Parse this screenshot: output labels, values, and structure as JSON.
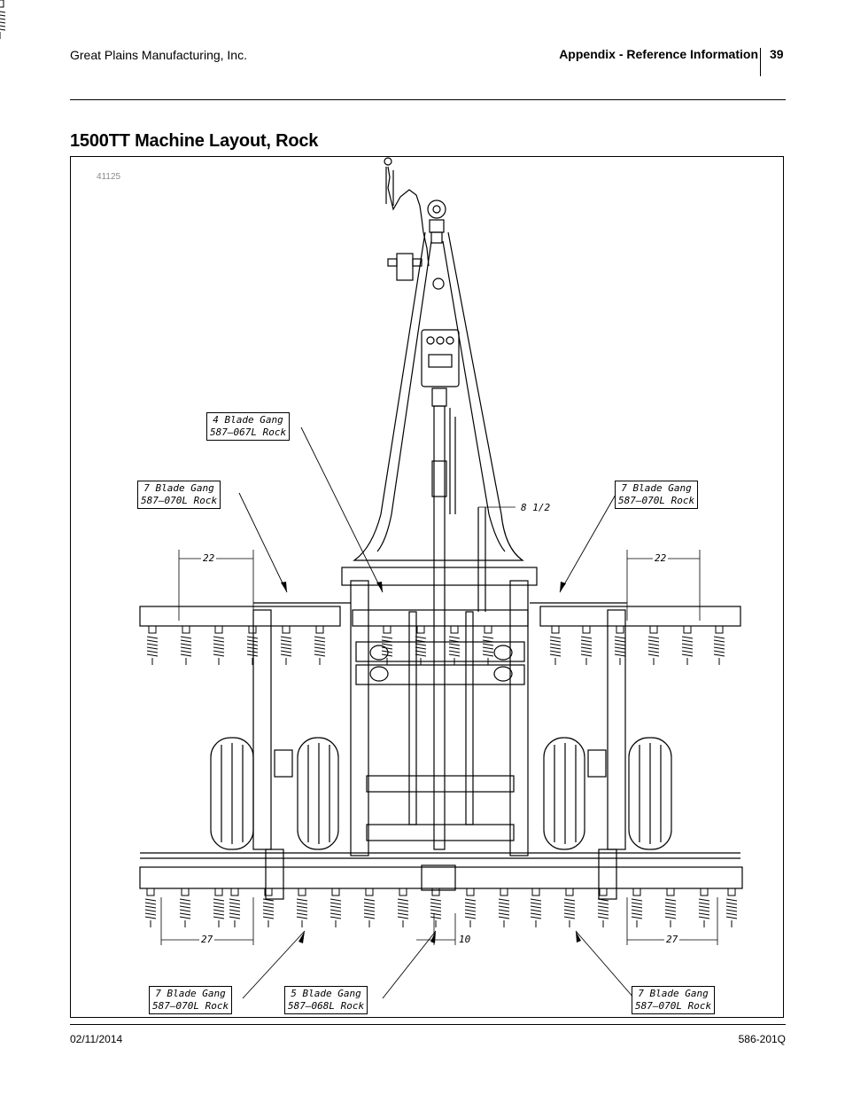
{
  "header": {
    "company": "Great Plains Manufacturing, Inc.",
    "section": "Appendix - Reference Information",
    "page_number": "39"
  },
  "title": "1500TT Machine Layout, Rock",
  "figure": {
    "id": "41125",
    "callouts": {
      "top_center": {
        "line1": "4 Blade Gang",
        "line2": "587–067L Rock"
      },
      "top_left": {
        "line1": "7 Blade Gang",
        "line2": "587–070L Rock"
      },
      "top_right": {
        "line1": "7 Blade Gang",
        "line2": "587–070L Rock"
      },
      "bottom_left": {
        "line1": "7 Blade Gang",
        "line2": "587–070L Rock"
      },
      "bottom_center": {
        "line1": "5 Blade Gang",
        "line2": "587–068L Rock"
      },
      "bottom_right": {
        "line1": "7 Blade Gang",
        "line2": "587–070L Rock"
      }
    },
    "dimensions": {
      "top_left": "22",
      "top_right": "22",
      "center_offset": "8 1/2",
      "bottom_left": "27",
      "bottom_center": "10",
      "bottom_right": "27"
    }
  },
  "footer": {
    "date": "02/11/2014",
    "doc_number": "586-201Q"
  }
}
